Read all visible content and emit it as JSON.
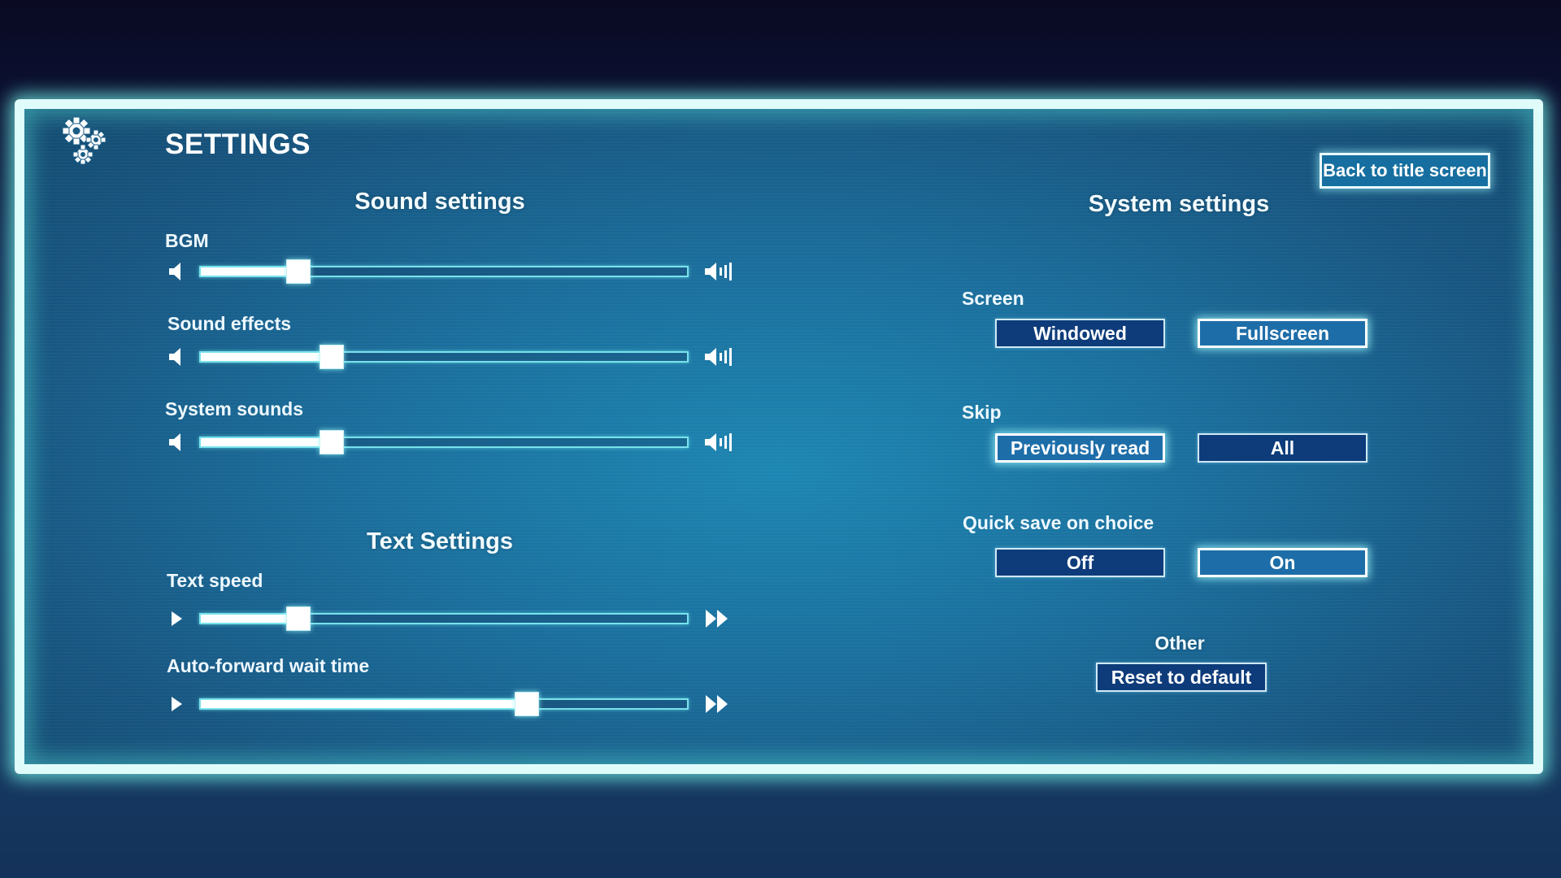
{
  "title": "SETTINGS",
  "back_button": "Back to title screen",
  "sound": {
    "heading": "Sound settings",
    "sliders": [
      {
        "label": "BGM",
        "value": 0.2
      },
      {
        "label": "Sound effects",
        "value": 0.27
      },
      {
        "label": "System sounds",
        "value": 0.27
      }
    ]
  },
  "text": {
    "heading": "Text Settings",
    "sliders": [
      {
        "label": "Text speed",
        "value": 0.2
      },
      {
        "label": "Auto-forward wait time",
        "value": 0.67
      }
    ]
  },
  "system": {
    "heading": "System settings",
    "screen": {
      "label": "Screen",
      "options": [
        "Windowed",
        "Fullscreen"
      ],
      "selected": "Fullscreen"
    },
    "skip": {
      "label": "Skip",
      "options": [
        "Previously read",
        "All"
      ],
      "selected": "Previously read"
    },
    "quicksave": {
      "label": "Quick save on choice",
      "options": [
        "Off",
        "On"
      ],
      "selected": "On"
    },
    "other": {
      "label": "Other",
      "reset_label": "Reset to default"
    }
  },
  "icons": {
    "settings": "gear-icon",
    "volume_min": "volume-low-icon",
    "volume_max": "volume-high-icon",
    "speed_min": "play-icon",
    "speed_max": "fast-forward-icon"
  },
  "colors": {
    "panel_border": "#dffbfa",
    "glow": "#78fff0",
    "button_bg": "#0e3c7a",
    "selected_button_bg": "#1d6ea8",
    "track": "#78e2ec"
  }
}
